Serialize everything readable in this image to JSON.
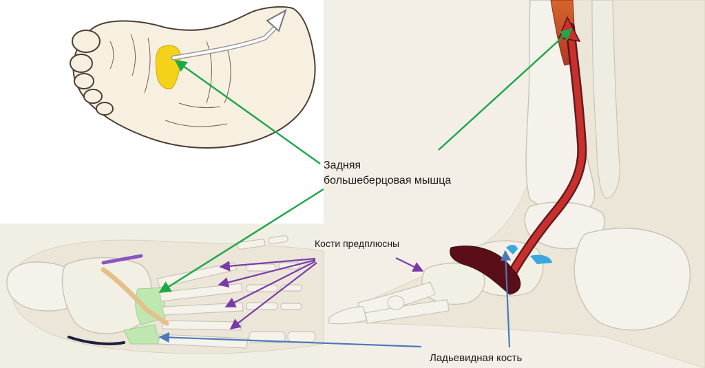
{
  "labels": {
    "muscle_line1": "Задняя",
    "muscle_line2": "большеберцовая мышца",
    "tarsal": "Кости предплюсны",
    "navicular": "Ладьевидная кость"
  },
  "colors": {
    "background_right": "#f3efe6",
    "background_left_bottom": "#f1eee3",
    "bone": "#f4f2ea",
    "bone_outline": "#c9c4b6",
    "sketch_skin": "#f7f0e1",
    "sketch_outline": "#4a3f34",
    "yellow_highlight": "#f5d21a",
    "muscle_red": "#c9302c",
    "tendon_dark": "#5a0f18",
    "arrow_green": "#1ea84a",
    "arrow_purple": "#7a3aa8",
    "arrow_blue": "#4a78b8",
    "light_blue_accent": "#3aa7e0",
    "navicular_green": "#bfe8b0"
  }
}
